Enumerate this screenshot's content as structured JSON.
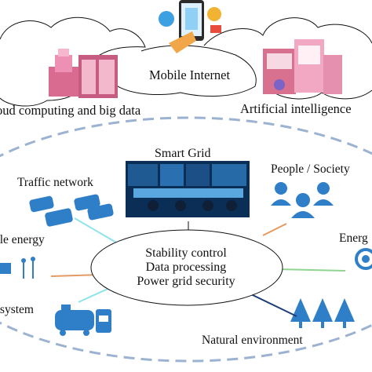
{
  "labels": {
    "mobile_internet": "Mobile Internet",
    "cloud_computing": "oud computing and big data",
    "artificial_intelligence": "Artificial intelligence",
    "smart_grid": "Smart Grid",
    "traffic_network": "Traffic network",
    "people_society": "People / Society",
    "renewable_energy": "ble energy",
    "energy": "Energ",
    "gas_system": "s system",
    "natural_environment": "Natural environment"
  },
  "center": {
    "line1": "Stability control",
    "line2": "Data processing",
    "line3": "Power grid security"
  },
  "colors": {
    "icon_blue": "#2f7fc8",
    "accent_pink": "#e47aa6",
    "dashed_circle": "#9bb3d1",
    "line_cyan": "#8fe3ea",
    "line_orange": "#e39a62",
    "line_green": "#8fd58f",
    "line_navy": "#1d3d78",
    "grid_screen": "#0b2e57"
  }
}
